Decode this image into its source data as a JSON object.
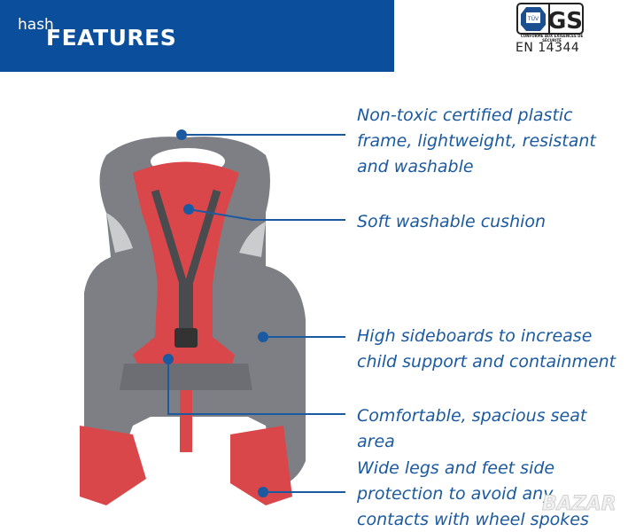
{
  "header": {
    "watermark": "hash",
    "title": "FEATURES"
  },
  "certification": {
    "logo_text": "TÜV GS",
    "small_text": "CONFORME AUX EXIGENCES DE SÉCURITÉ",
    "standard": "EN 14344"
  },
  "features": [
    {
      "lines": [
        "Non-toxic certified plastic",
        "frame, lightweight, resistant",
        "and washable"
      ]
    },
    {
      "lines": [
        "Soft washable cushion"
      ]
    },
    {
      "lines": [
        "High sideboards to increase",
        "child support and containment"
      ]
    },
    {
      "lines": [
        "Comfortable, spacious seat area"
      ]
    },
    {
      "lines": [
        "Wide legs and feet side",
        "protection to avoid any",
        "contacts with wheel spokes"
      ]
    }
  ],
  "stamp": "BAZAR",
  "colors": {
    "banner": "#0b4f9c",
    "text": "#1b5aa0",
    "seat": "#7d7f84",
    "cushion": "#d9474a"
  }
}
